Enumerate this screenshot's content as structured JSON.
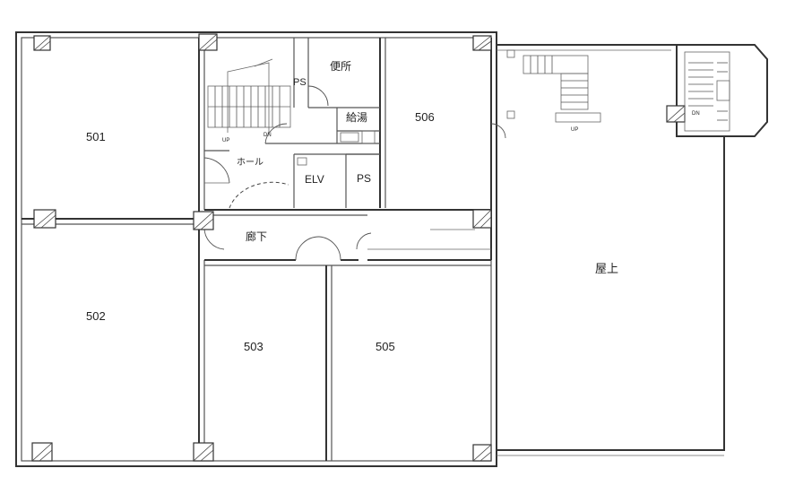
{
  "rooms": {
    "r501": "501",
    "r502": "502",
    "r503": "503",
    "r505": "505",
    "r506": "506",
    "rooftop": "屋上"
  },
  "core": {
    "toilet": "便所",
    "kitchenette": "給湯",
    "ps_upper": "PS",
    "ps_lower": "PS",
    "elevator": "ELV",
    "hall": "ホール",
    "corridor": "廊下"
  },
  "stairs": {
    "main_up": "UP",
    "main_dn": "DN",
    "roof_up": "UP",
    "roof_dn": "DN"
  }
}
